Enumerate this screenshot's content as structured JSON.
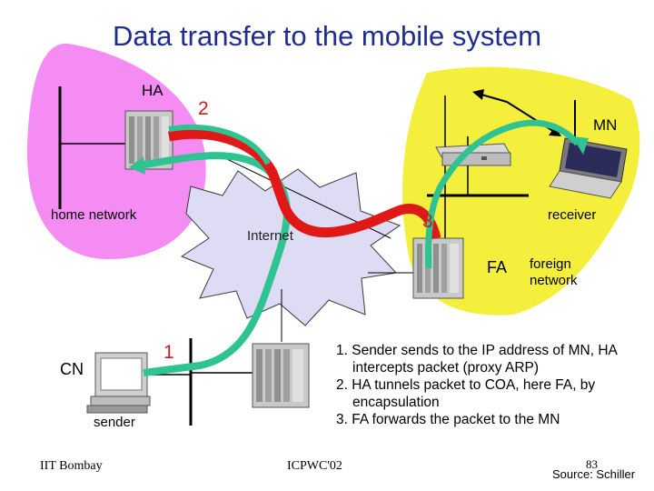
{
  "title": "Data transfer to the mobile system",
  "labels": {
    "ha": "HA",
    "mn": "MN",
    "home_network": "home network",
    "internet": "Internet",
    "receiver": "receiver",
    "fa": "FA",
    "foreign_network": "foreign network",
    "cn": "CN",
    "sender": "sender"
  },
  "step_numbers": {
    "one": "1",
    "two": "2",
    "three": "3"
  },
  "steps": [
    "1. Sender sends to the IP address of MN, HA intercepts packet (proxy ARP)",
    "2. HA tunnels packet to COA, here FA, by encapsulation",
    "3. FA forwards the packet to the MN"
  ],
  "footer": {
    "left": "IIT Bombay",
    "center": "ICPWC'02",
    "page": "83",
    "source": "Source: Schiller"
  },
  "colors": {
    "title": "#1f2d8f",
    "home_network": "#f48cf4",
    "foreign_network": "#f4ee3c",
    "internet": "#dedcf4",
    "path_green": "#2fc391",
    "tunnel_red": "#e01818",
    "step_number": "#c81e1e"
  }
}
